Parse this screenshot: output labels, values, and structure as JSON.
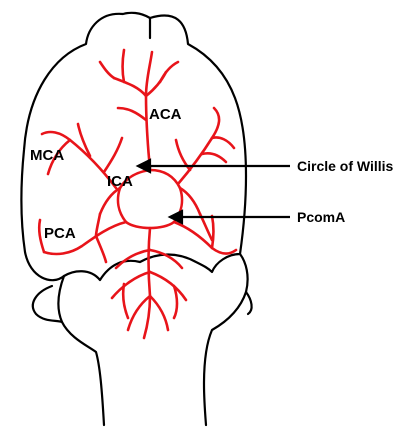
{
  "labels": {
    "aca": "ACA",
    "mca": "MCA",
    "ica": "ICA",
    "pca": "PCA",
    "circle_of_willis": "Circle of Willis",
    "pcoma": "PcomA"
  },
  "colors": {
    "vessel": "#e8141a",
    "outline": "#000000",
    "background": "#ffffff"
  }
}
